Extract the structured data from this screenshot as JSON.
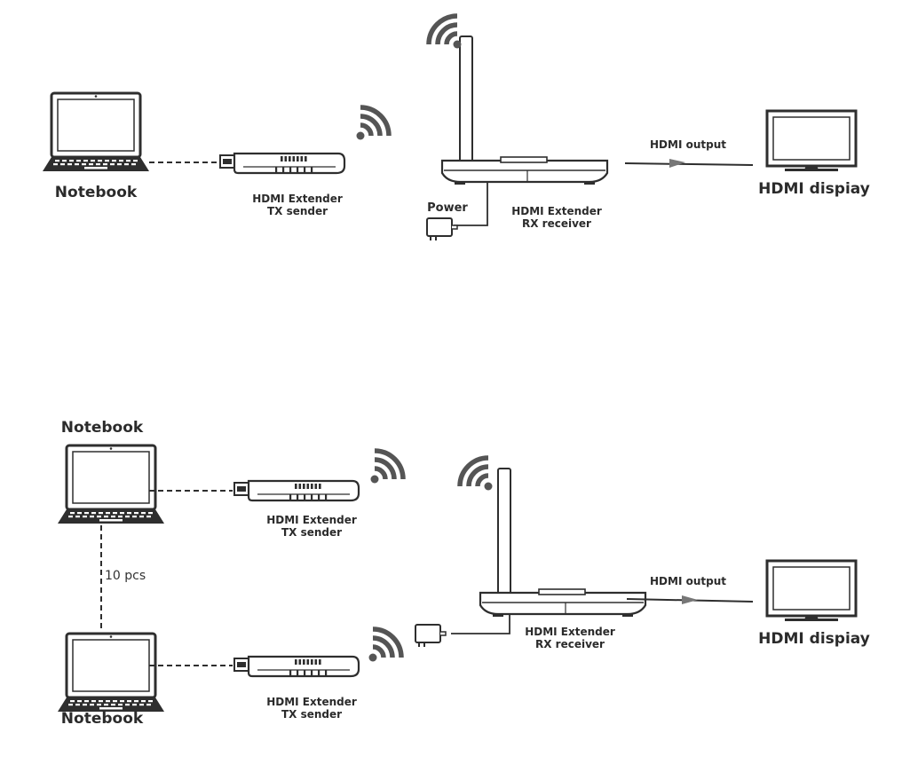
{
  "top": {
    "notebook_label": "Notebook",
    "tx_label_line1": "HDMI Extender",
    "tx_label_line2": "TX sender",
    "power_label": "Power",
    "rx_label_line1": "HDMI Extender",
    "rx_label_line2": "RX receiver",
    "output_label": "HDMI output",
    "display_label": "HDMI dispiay"
  },
  "bottom": {
    "notebook_top_label": "Notebook",
    "notebook_bottom_label": "Notebook",
    "count_label": "10 pcs",
    "tx1_label_line1": "HDMI Extender",
    "tx1_label_line2": "TX sender",
    "tx2_label_line1": "HDMI Extender",
    "tx2_label_line2": "TX sender",
    "rx_label_line1": "HDMI Extender",
    "rx_label_line2": "RX receiver",
    "output_label": "HDMI output",
    "display_label": "HDMI dispiay"
  },
  "colors": {
    "line": "#2e2e2e",
    "fill": "#ffffff",
    "wave": "#555555",
    "arrow": "#777777"
  },
  "icons": [
    "laptop-icon",
    "tx-dongle-icon",
    "wifi-icon",
    "router-icon",
    "power-adapter-icon",
    "monitor-icon"
  ]
}
